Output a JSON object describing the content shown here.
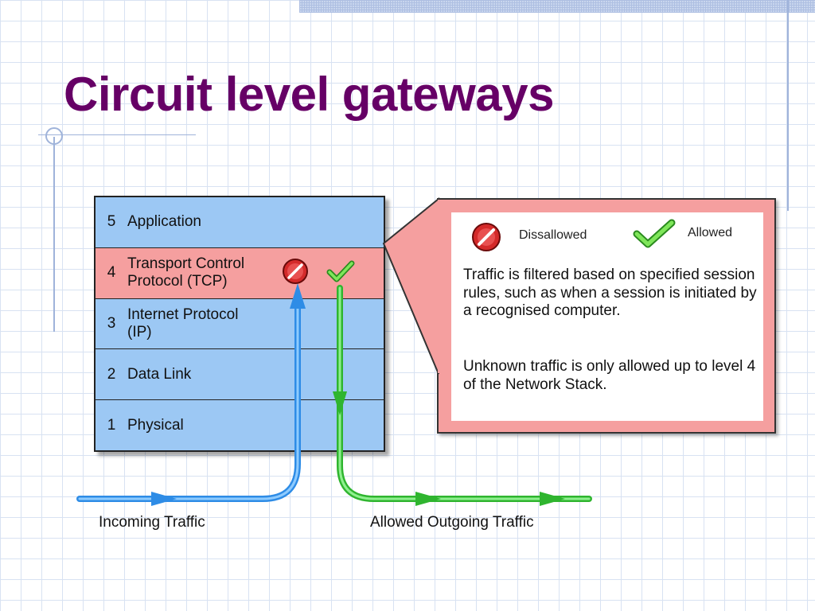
{
  "slide": {
    "title": "Circuit level gateways"
  },
  "stack": {
    "layers": [
      {
        "num": "5",
        "name": "Application"
      },
      {
        "num": "4",
        "name": "Transport Control\nProtocol (TCP)"
      },
      {
        "num": "3",
        "name": "Internet Protocol\n(IP)"
      },
      {
        "num": "2",
        "name": "Data Link"
      },
      {
        "num": "1",
        "name": "Physical"
      }
    ]
  },
  "legend": {
    "disallowed": "Dissallowed",
    "allowed": "Allowed"
  },
  "callout": {
    "paragraph1": "Traffic is filtered based on specified session rules, such as when a session is initiated by a recognised computer.",
    "paragraph2": "Unknown traffic is only allowed up to level 4 of the Network Stack."
  },
  "traffic": {
    "incoming": "Incoming Traffic",
    "outgoing": "Allowed Outgoing Traffic"
  },
  "colors": {
    "title": "#660066",
    "layer_blue": "#9cc8f4",
    "layer_red": "#f59f9f",
    "incoming_arrow": "#3a9cf0",
    "outgoing_arrow": "#3cc03c",
    "disallowed_icon": "#cc2222",
    "allowed_icon": "#44cc33"
  }
}
